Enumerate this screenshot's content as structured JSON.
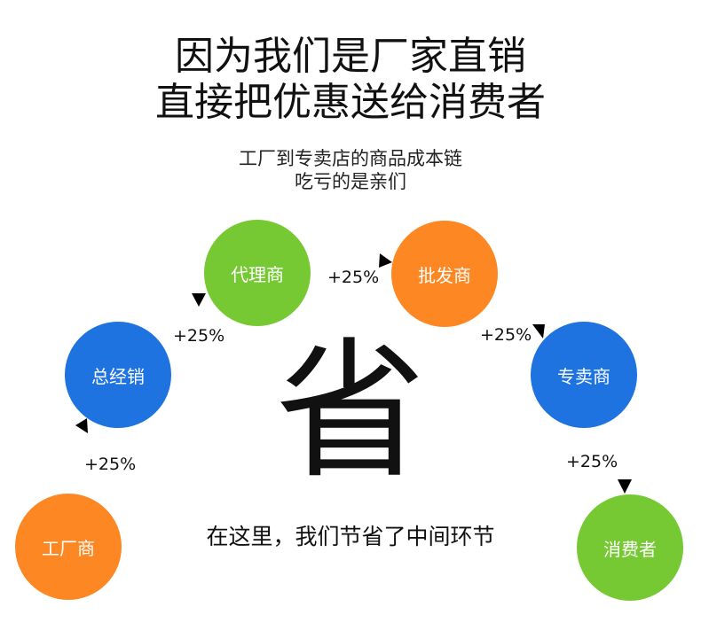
{
  "title": [
    "因为我们是厂家直销",
    "直接把优惠送给消费者"
  ],
  "subtitle": [
    "工厂到专卖店的商品成本链",
    "吃亏的是亲们"
  ],
  "nodes": [
    {
      "label": "工厂商",
      "color": "#fd8722"
    },
    {
      "label": "总经销",
      "color": "#1e73e0"
    },
    {
      "label": "代理商",
      "color": "#77c934"
    },
    {
      "label": "批发商",
      "color": "#fd8722"
    },
    {
      "label": "专卖商",
      "color": "#1e73e0"
    },
    {
      "label": "消费者",
      "color": "#77c934"
    }
  ],
  "markups": [
    "+25%",
    "+25%",
    "+25%",
    "+25%",
    "+25%"
  ],
  "center_char": "省",
  "note": "在这里，我们节省了中间环节"
}
